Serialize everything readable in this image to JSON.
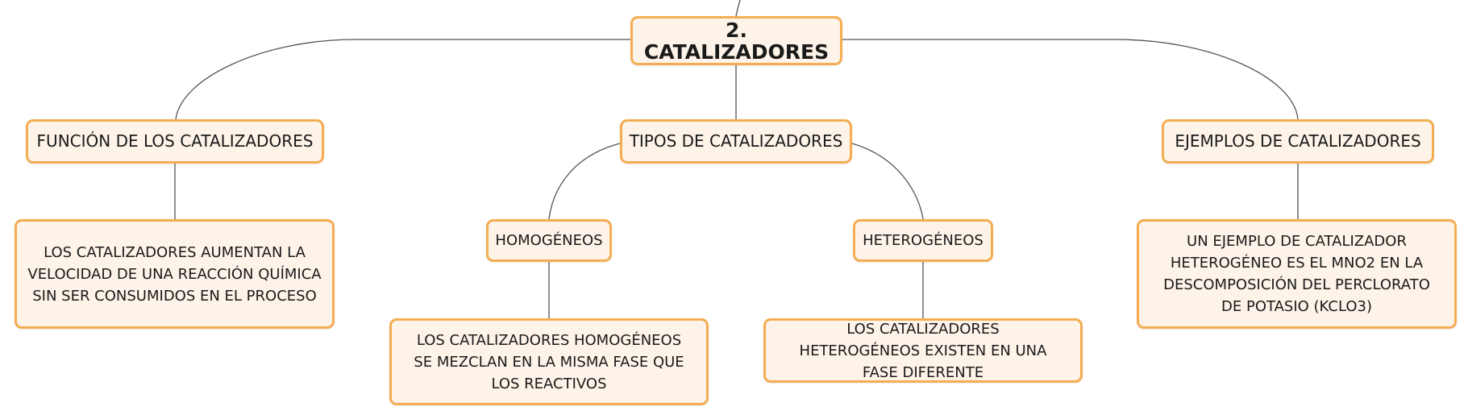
{
  "colors": {
    "node_fill": "#fdf3e8",
    "node_border": "#f4ad52",
    "connector": "#555555",
    "text": "#1a1a1a"
  },
  "nodes": {
    "root": "2. CATALIZADORES",
    "funcion": "FUNCIÓN DE LOS CATALIZADORES",
    "tipos": "TIPOS DE CATALIZADORES",
    "ejemplos": "EJEMPLOS DE CATALIZADORES",
    "homogeneos": "HOMOGÉNEOS",
    "heterogeneos": "HETEROGÉNEOS",
    "funcion_desc": "LOS CATALIZADORES AUMENTAN LA VELOCIDAD DE UNA REACCIÓN QUÍMICA SIN SER CONSUMIDOS EN EL PROCESO",
    "homogeneos_desc": "LOS CATALIZADORES HOMOGÉNEOS SE MEZCLAN EN LA MISMA FASE QUE LOS REACTIVOS",
    "heterogeneos_desc": "LOS CATALIZADORES HETEROGÉNEOS EXISTEN EN UNA FASE DIFERENTE",
    "ejemplos_desc": "UN EJEMPLO DE CATALIZADOR HETEROGÉNEO ES EL MNO2 EN LA DESCOMPOSICIÓN DEL PERCLORATO DE POTASIO (KCLO3)"
  }
}
